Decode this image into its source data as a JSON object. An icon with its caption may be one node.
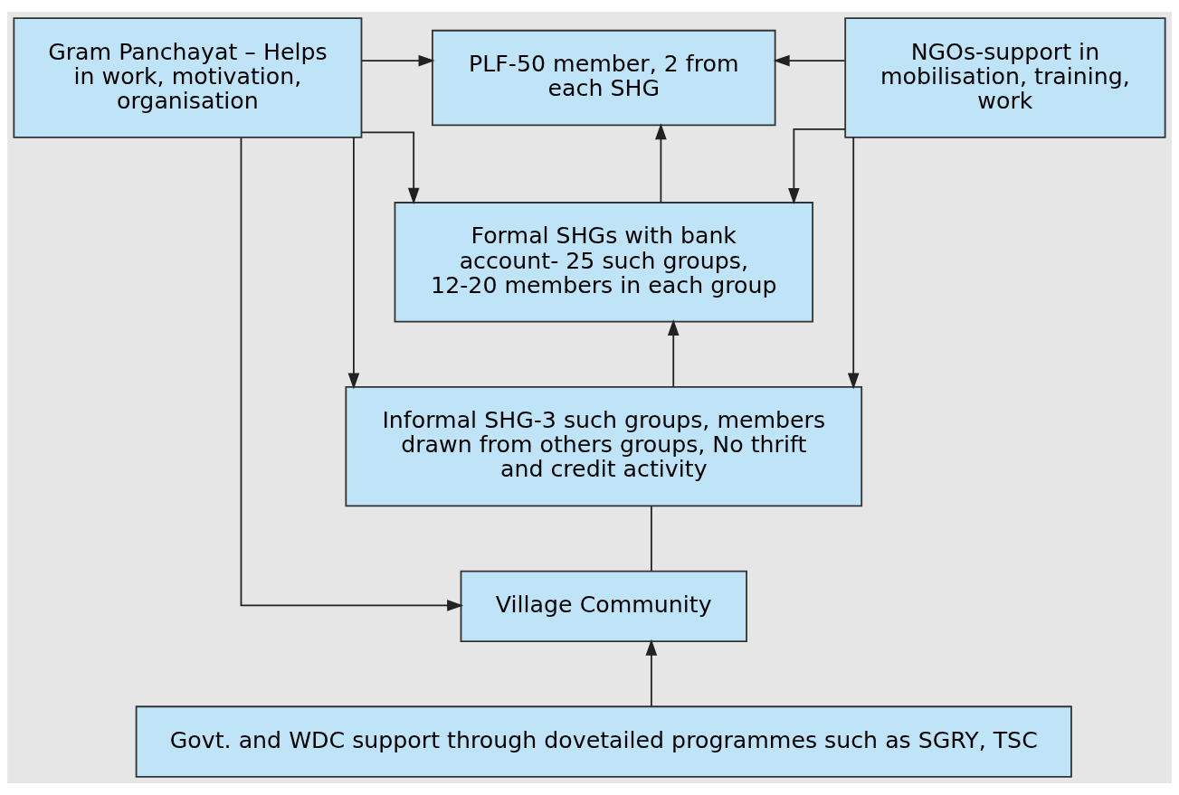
{
  "diagram": {
    "nodes": [
      {
        "text": [
          "Gram Panchayat – Helps in work, motivation, organisation"
        ]
      },
      {
        "text": [
          "PLF-50 member, 2 from each SHG"
        ]
      },
      {
        "text": [
          "NGOs-support in mobilisation, training, work"
        ]
      },
      {
        "text": [
          "Formal SHGs with bank account- 25 such groups, 12-20 members in each group"
        ]
      },
      {
        "text": [
          "Informal SHG-3 such groups, members drawn from others groups, No thrift and credit activity"
        ]
      },
      {
        "text": [
          "Village Community"
        ]
      },
      {
        "text": [
          "Govt. and WDC support through dovetailed programmes such as SGRY, TSC"
        ]
      }
    ],
    "edges": [
      {
        "from": 0,
        "to": 1,
        "arrow": "to"
      },
      {
        "from": 2,
        "to": 1,
        "arrow": "to"
      },
      {
        "from": 3,
        "to": 1,
        "arrow": "to"
      },
      {
        "from": 0,
        "to": 3,
        "arrow": "to"
      },
      {
        "from": 2,
        "to": 3,
        "arrow": "to"
      },
      {
        "from": 4,
        "to": 3,
        "arrow": "to"
      },
      {
        "from": 0,
        "to": 4,
        "arrow": "to"
      },
      {
        "from": 2,
        "to": 4,
        "arrow": "to"
      },
      {
        "from": 5,
        "to": 4,
        "arrow": "none"
      },
      {
        "from": 0,
        "to": 5,
        "arrow": "to"
      },
      {
        "from": 6,
        "to": 5,
        "arrow": "to"
      }
    ]
  }
}
